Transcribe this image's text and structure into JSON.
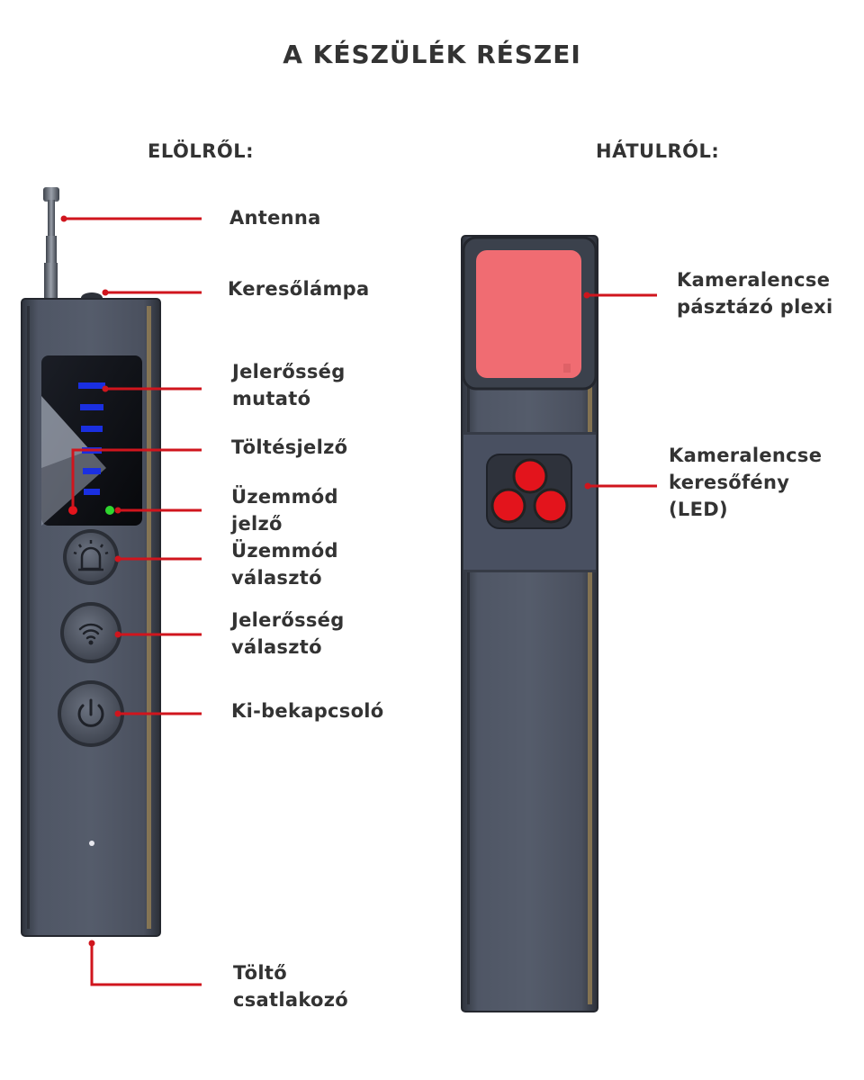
{
  "title": "A KÉSZÜLÉK RÉSZEI",
  "front": {
    "heading": "ELÖLRŐL:",
    "labels": {
      "antenna": "Antenna",
      "search_lamp": "Keresőlámpa",
      "signal_indicator": "Jelerősség\nmutató",
      "charge_indicator": "Töltésjelző",
      "mode_indicator": "Üzemmód\njelző",
      "mode_selector": "Üzemmód\nválasztó",
      "signal_selector": "Jelerősség\nválasztó",
      "power_switch": "Ki-bekapcsoló",
      "charger_port": "Töltő\ncsatlakozó"
    }
  },
  "back": {
    "heading": "HÁTULRÓL:",
    "labels": {
      "lens_filter": "Kameralencse\npásztázó plexi",
      "lens_leds": "Kameralencse\nkeresőfény\n(LED)"
    }
  },
  "colors": {
    "leader": "#d0151d",
    "body": "#4b5260",
    "body_edge": "#2a2e36",
    "gold_trim": "#a08a58",
    "screen": "#101218",
    "signal_bar": "#1a2fe0",
    "mode_led": "#2fd52f",
    "charge_led": "#e3141c",
    "filter": "#f06c72",
    "infrared_led": "#e3141c"
  }
}
